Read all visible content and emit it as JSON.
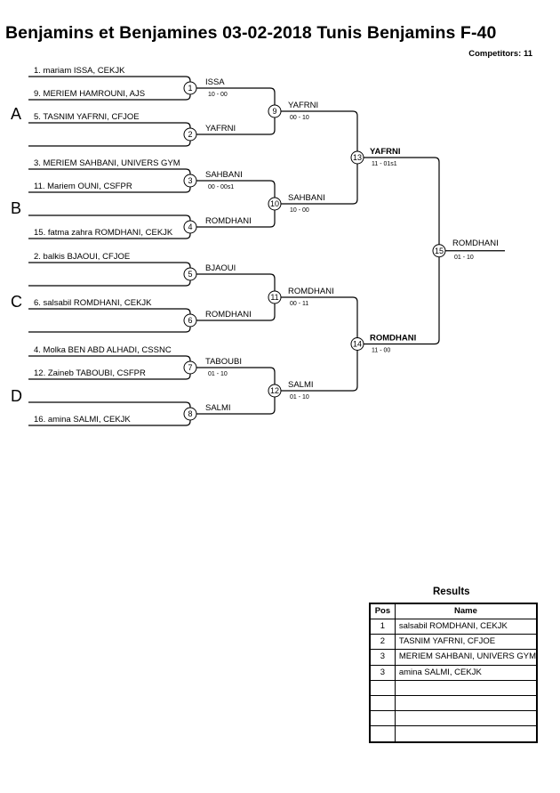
{
  "header": {
    "title": "Benjamins et Benjamines  03-02-2018  Tunis   Benjamins F-40",
    "competitors": "Competitors: 11"
  },
  "pools": [
    "A",
    "B",
    "C",
    "D"
  ],
  "competitors": [
    "1. mariam ISSA, CEKJK",
    "9. MERIEM HAMROUNI, AJS",
    "5. TASNIM YAFRNI, CFJOE",
    "",
    "3. MERIEM SAHBANI, UNIVERS GYM",
    "11. Mariem OUNI, CSFPR",
    "",
    "15. fatma zahra ROMDHANI, CEKJK",
    "2. balkis BJAOUI, CFJOE",
    "",
    "6. salsabil ROMDHANI, CEKJK",
    "",
    "4. Molka BEN ABD ALHADI, CSSNC",
    "12. Zaineb TABOUBI, CSFPR",
    "",
    "16. amina SALMI, CEKJK"
  ],
  "matches": [
    {
      "num": "1",
      "winner": "ISSA",
      "score": "10 - 00"
    },
    {
      "num": "2",
      "winner": "YAFRNI",
      "score": ""
    },
    {
      "num": "3",
      "winner": "SAHBANI",
      "score": "00 - 00s1"
    },
    {
      "num": "4",
      "winner": "ROMDHANI",
      "score": ""
    },
    {
      "num": "5",
      "winner": "BJAOUI",
      "score": ""
    },
    {
      "num": "6",
      "winner": "ROMDHANI",
      "score": ""
    },
    {
      "num": "7",
      "winner": "TABOUBI",
      "score": "01 - 10"
    },
    {
      "num": "8",
      "winner": "SALMI",
      "score": ""
    },
    {
      "num": "9",
      "winner": "YAFRNI",
      "score": "00 - 10"
    },
    {
      "num": "10",
      "winner": "SAHBANI",
      "score": "10 - 00"
    },
    {
      "num": "11",
      "winner": "ROMDHANI",
      "score": "00 - 11"
    },
    {
      "num": "12",
      "winner": "SALMI",
      "score": "01 - 10"
    },
    {
      "num": "13",
      "winner": "YAFRNI",
      "score": "11 - 01s1"
    },
    {
      "num": "14",
      "winner": "ROMDHANI",
      "score": "11 - 00"
    },
    {
      "num": "15",
      "winner": "ROMDHANI",
      "score": "01 - 10"
    }
  ],
  "results": {
    "title": "Results",
    "col_pos": "Pos",
    "col_name": "Name",
    "rows": [
      {
        "pos": "1",
        "name": "salsabil ROMDHANI, CEKJK"
      },
      {
        "pos": "2",
        "name": "TASNIM YAFRNI, CFJOE"
      },
      {
        "pos": "3",
        "name": "MERIEM SAHBANI, UNIVERS GYM"
      },
      {
        "pos": "3",
        "name": "amina SALMI, CEKJK"
      },
      {
        "pos": "",
        "name": ""
      },
      {
        "pos": "",
        "name": ""
      },
      {
        "pos": "",
        "name": ""
      },
      {
        "pos": "",
        "name": ""
      }
    ]
  }
}
